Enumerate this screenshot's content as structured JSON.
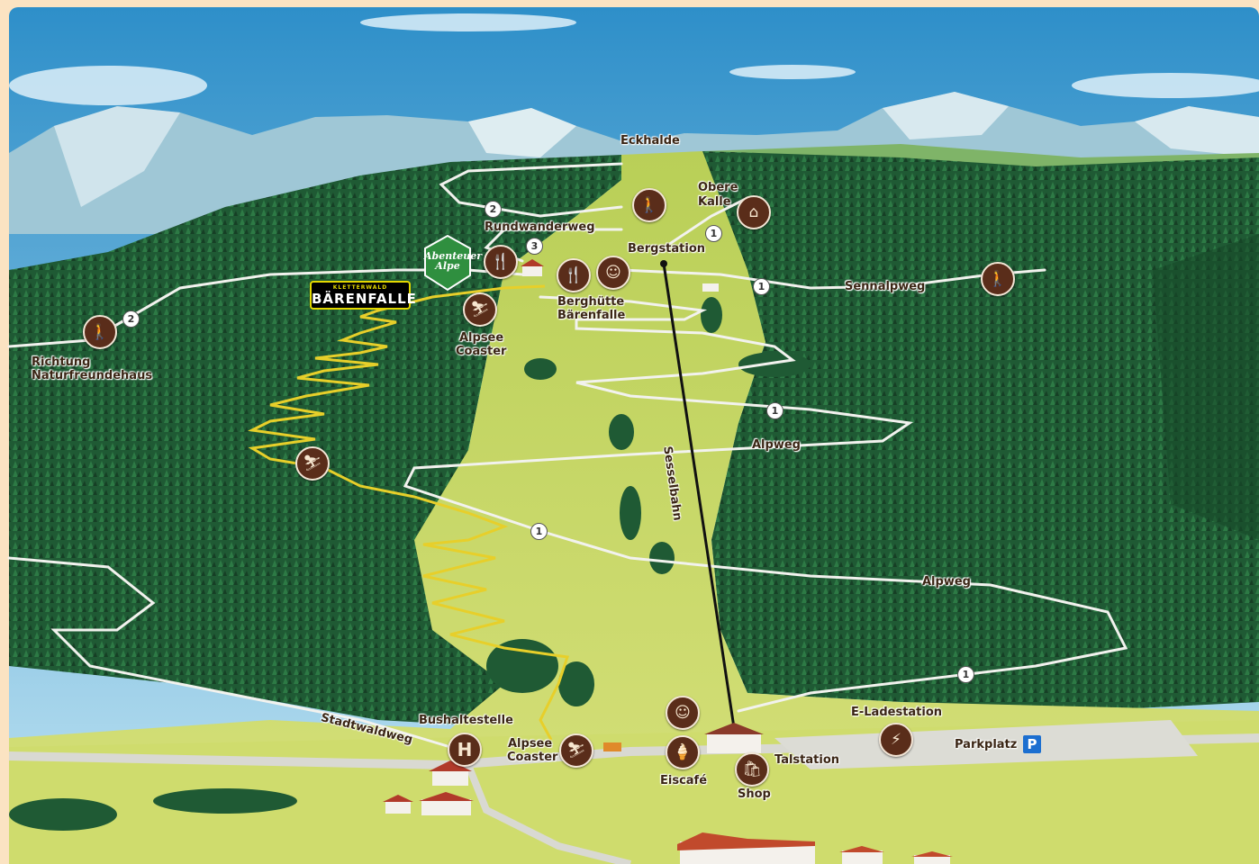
{
  "map": {
    "places": {
      "eckhalde": "Eckhalde",
      "obere_kalle_1": "Obere",
      "obere_kalle_2": "Kalle",
      "rundwanderweg": "Rundwanderweg",
      "bergstation": "Bergstation",
      "sennalpweg": "Sennalpweg",
      "berghuette_1": "Berghütte",
      "berghuette_2": "Bärenfalle",
      "alpsee_coaster_top_1": "Alpsee",
      "alpsee_coaster_top_2": "Coaster",
      "richtung_1": "Richtung",
      "richtung_2": "Naturfreundehaus",
      "sesselbahn": "Sesselbahn",
      "alpweg_upper": "Alpweg",
      "alpweg_lower": "Alpweg",
      "stadtwaldweg": "Stadtwaldweg",
      "bushaltestelle": "Bushaltestelle",
      "alpsee_coaster_bottom_1": "Alpsee",
      "alpsee_coaster_bottom_2": "Coaster",
      "eiscafe": "Eiscafé",
      "shop": "Shop",
      "talstation": "Talstation",
      "e_ladestation": "E-Ladestation",
      "parkplatz": "Parkplatz",
      "parking_symbol": "P"
    },
    "route_numbers": {
      "r2_top": "2",
      "r3": "3",
      "r1_obere": "1",
      "r1_senn": "1",
      "r2_left": "2",
      "r1_alp_upper": "1",
      "r1_mid": "1",
      "r1_lower": "1"
    },
    "logos": {
      "kletterwald_top": "KLETTERWALD",
      "kletterwald_main": "BÄRENFALLE",
      "abenteuer_1": "Abenteuer",
      "abenteuer_2": "Alpe"
    },
    "icons": {
      "hiker": "🚶",
      "food": "🍴",
      "hut": "⌂",
      "family": "☺",
      "coaster": "⛷",
      "ice": "🍦",
      "shop": "🛍",
      "charge": "⚡",
      "bus": "H"
    }
  }
}
